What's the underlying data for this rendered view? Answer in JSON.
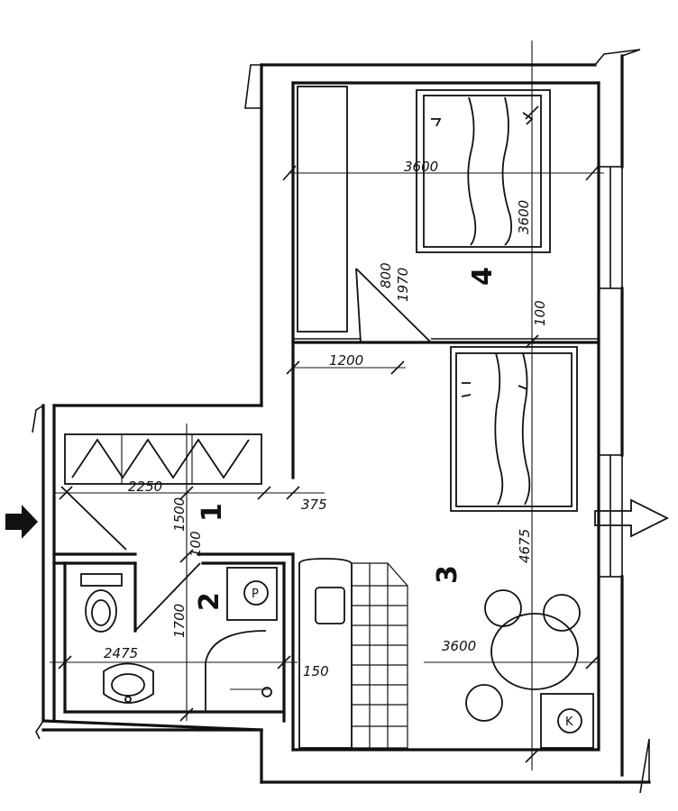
{
  "rooms": {
    "r1": "1",
    "r2": "2",
    "r3": "3",
    "r4": "4"
  },
  "dimensions": {
    "d2250": "2250",
    "d375": "375",
    "d1500": "1500",
    "d100a": "100",
    "d1700": "1700",
    "d2475": "2475",
    "d150": "150",
    "d1200": "1200",
    "d3600_top": "3600",
    "d3600_table": "3600",
    "d4675": "4675",
    "d3600_bed": "3600",
    "d100b": "100",
    "d800": "800",
    "d1970": "1970"
  },
  "symbols": {
    "p_label": "P",
    "k_label": "K"
  }
}
